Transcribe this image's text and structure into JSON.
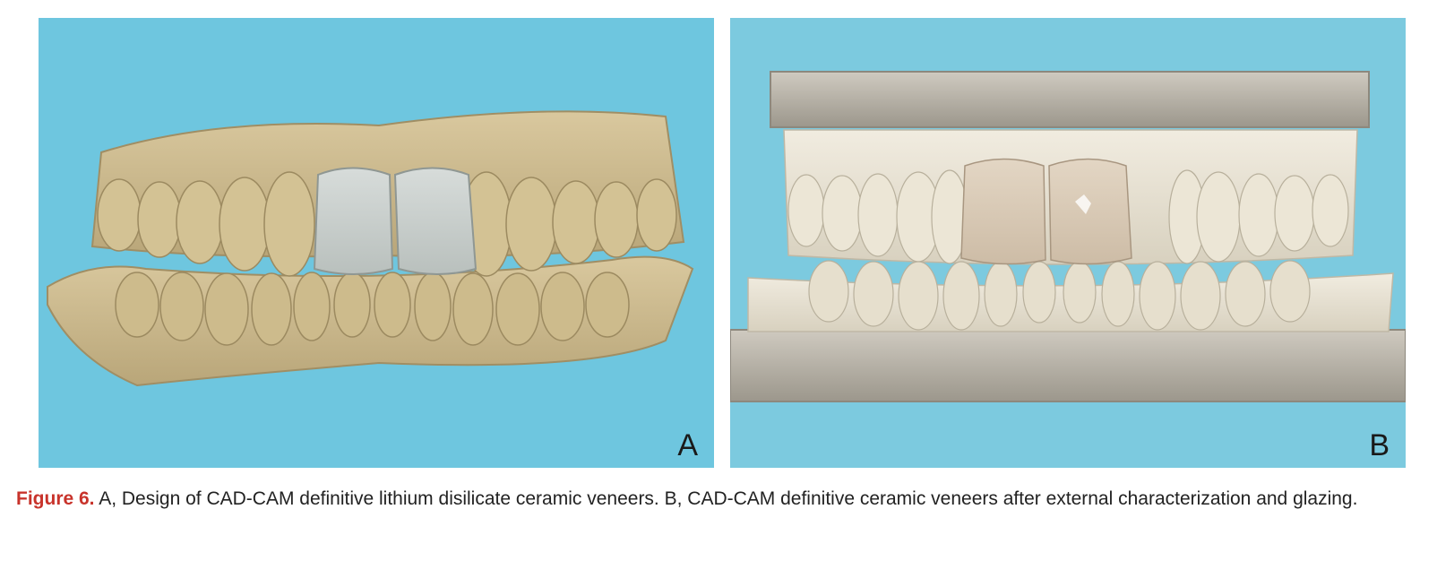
{
  "figure": {
    "panels": [
      {
        "label": "A",
        "background": "#6ec6df",
        "model_color": "#cbb98e",
        "veneer_color": "#c9cfcc"
      },
      {
        "label": "B",
        "background": "#7ccadf",
        "model_color": "#e8e2d0",
        "veneer_color": "#d9cbb6"
      }
    ],
    "caption": {
      "label": "Figure 6.",
      "text": "A, Design of CAD-CAM definitive lithium disilicate ceramic veneers. B, CAD-CAM definitive ceramic veneers after external characterization and glazing."
    }
  }
}
